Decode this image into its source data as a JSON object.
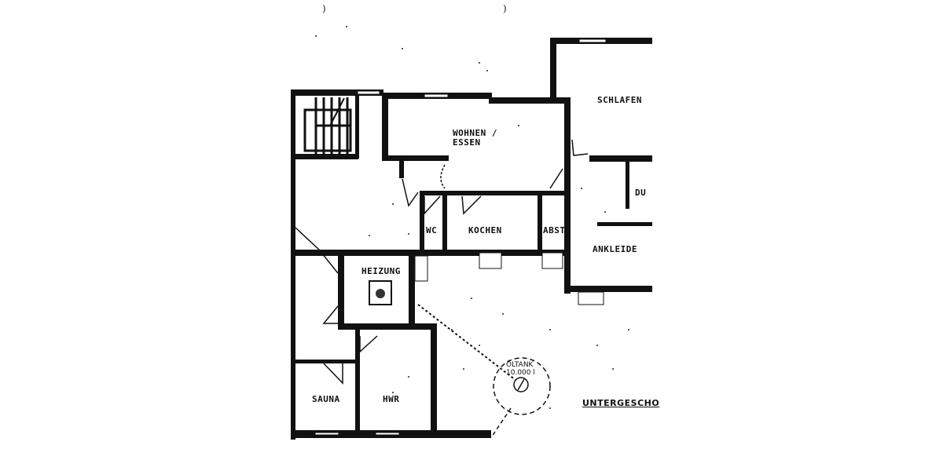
{
  "drawing": {
    "type": "floor-plan",
    "level_title": "UNTERGESCHO",
    "top_marks": [
      ")",
      ")"
    ],
    "colors": {
      "wall": "#111111",
      "paper": "#ffffff",
      "noise": "#222222"
    }
  },
  "rooms": {
    "wohnen_essen": {
      "line1": "WOHNEN /",
      "line2": "ESSEN"
    },
    "schlafen": {
      "label": "SCHLAFEN"
    },
    "du": {
      "label": "DU"
    },
    "wc": {
      "label": "WC"
    },
    "kochen": {
      "label": "KOCHEN"
    },
    "abst": {
      "label": "ABST"
    },
    "ankleide": {
      "label": "ANKLEIDE"
    },
    "heizung": {
      "label": "HEIZUNG"
    },
    "sauna": {
      "label": "SAUNA"
    },
    "hwr": {
      "label": "HWR"
    }
  },
  "oil_tank": {
    "line1": "ÖLTANK",
    "line2": "10.000 l"
  }
}
